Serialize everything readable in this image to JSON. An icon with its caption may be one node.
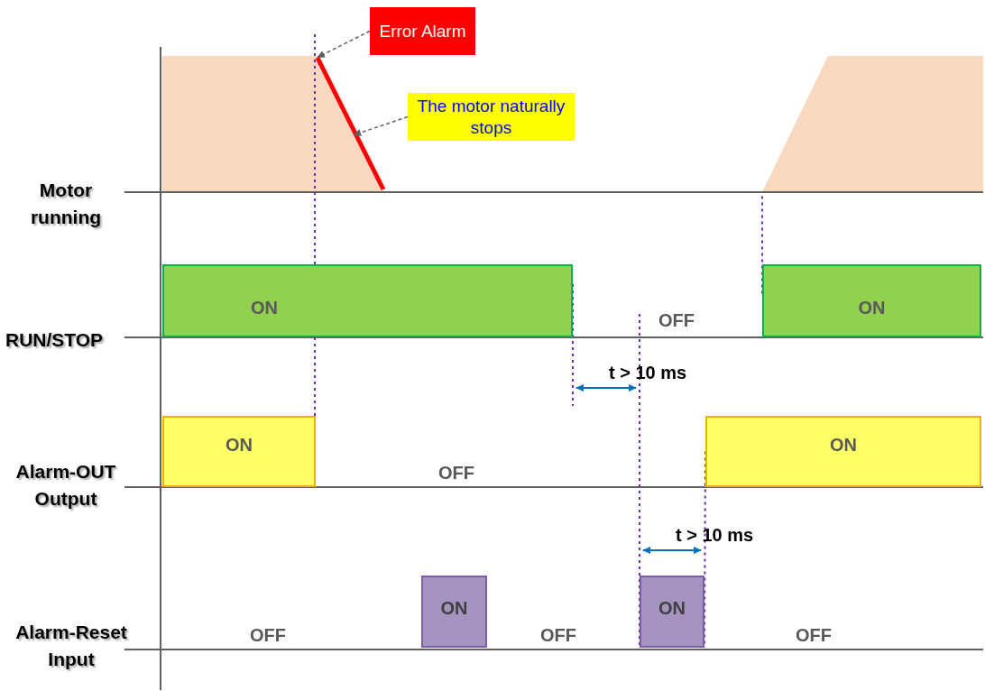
{
  "diagram": {
    "nodes": [
      {
        "text": [
          "Error Alarm"
        ]
      },
      {
        "text": [
          "The motor naturally stops"
        ]
      },
      {
        "text": [
          "ON"
        ]
      },
      {
        "text": [
          "ON"
        ]
      },
      {
        "text": [
          "ON"
        ]
      },
      {
        "text": [
          "ON"
        ]
      },
      {
        "text": [
          "ON"
        ]
      },
      {
        "text": [
          "ON"
        ]
      },
      {
        "text": [],
        "shape": "area"
      },
      {
        "text": [],
        "shape": "line"
      },
      {
        "text": [],
        "shape": "area"
      }
    ],
    "edges": [
      {
        "from": 0,
        "to": 9,
        "arrow": "to",
        "style": "dashed"
      },
      {
        "from": 1,
        "to": 9,
        "arrow": "to",
        "style": "dashed"
      },
      {
        "from": 10,
        "to": 3,
        "arrow": "none",
        "style": "dashed",
        "color": "#7030a0"
      },
      {
        "from": 5,
        "to": 7,
        "arrow": "none",
        "style": "dashed",
        "color": "#7030a0"
      }
    ],
    "labels": [
      "Motor running",
      "OFF",
      "RUN/STOP",
      "t > 10 ms",
      "OFF",
      "Alarm-OUT Output",
      "t > 10 ms",
      "Alarm-Reset Input",
      "OFF",
      "OFF",
      "OFF"
    ]
  }
}
